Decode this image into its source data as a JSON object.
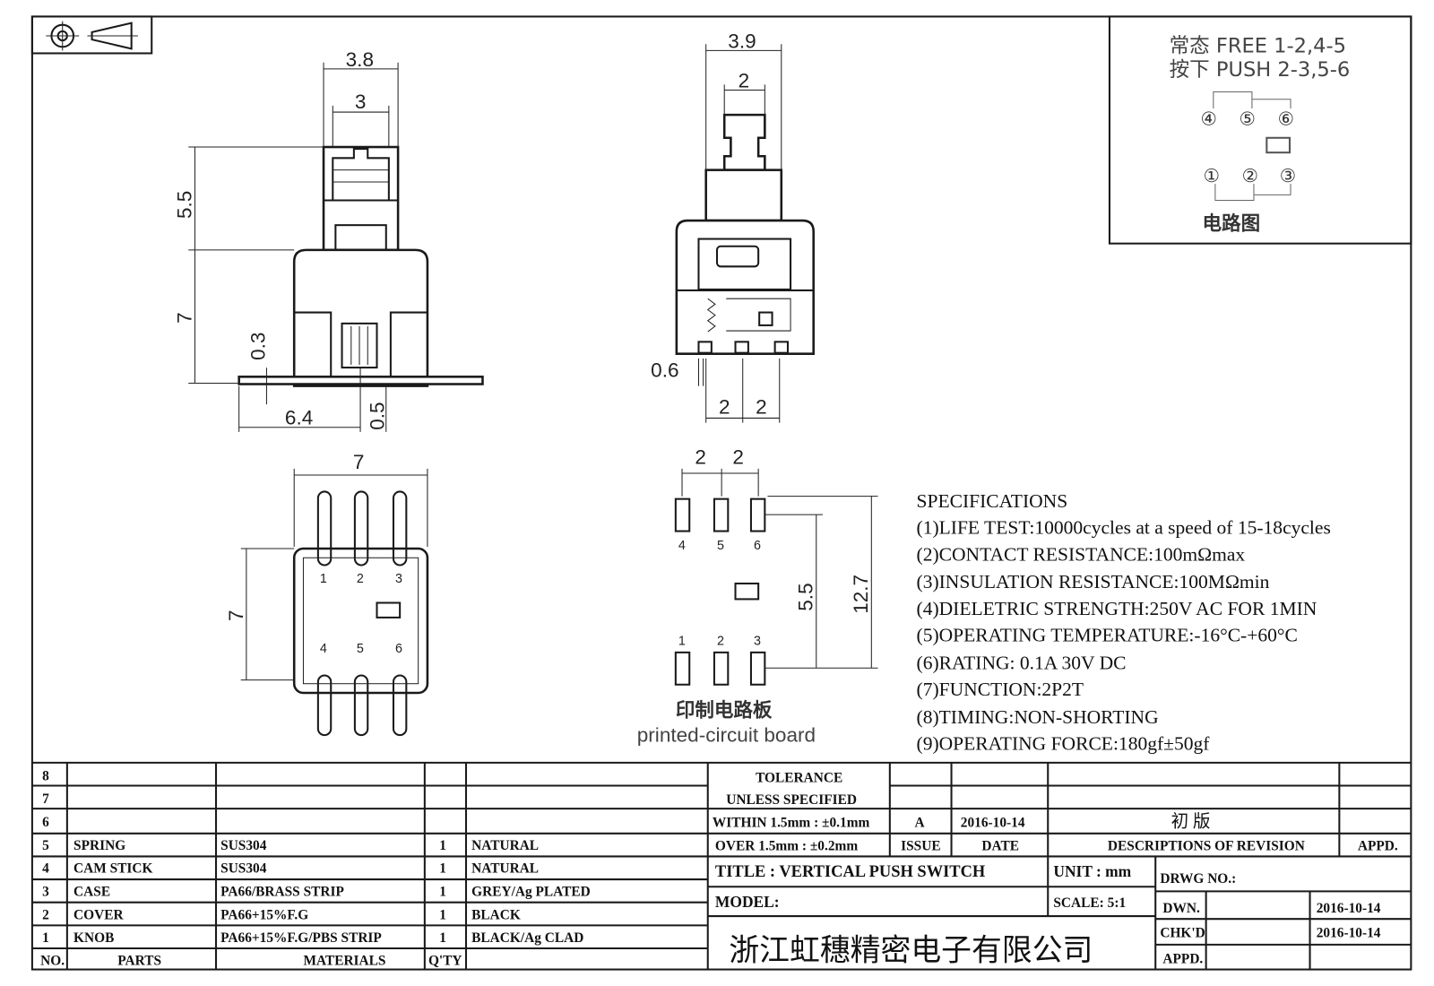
{
  "front_view": {
    "dims": {
      "width_outer": "3.8",
      "width_inner": "3",
      "knob_height": "5.5",
      "body_height": "7",
      "flange_thickness": "0.3",
      "flange_offset": "6.4",
      "flange_gap": "0.5"
    }
  },
  "side_view": {
    "dims": {
      "width_outer": "3.9",
      "width_knob": "2",
      "pin_width": "0.6",
      "pitch_a": "2",
      "pitch_b": "2"
    }
  },
  "bottom_view": {
    "dims": {
      "width": "7",
      "depth": "7"
    },
    "pin_labels": [
      "1",
      "2",
      "3",
      "4",
      "5",
      "6"
    ]
  },
  "pcb_layout": {
    "dims": {
      "pitch_a": "2",
      "pitch_b": "2",
      "row_spacing": "5.5",
      "overall": "12.7"
    },
    "pin_labels_top": [
      "4",
      "5",
      "6"
    ],
    "pin_labels_bottom": [
      "1",
      "2",
      "3"
    ],
    "caption_cn": "印制电路板",
    "caption_en": "printed-circuit board"
  },
  "circuit_diagram": {
    "line1": "常态 FREE 1-2,4-5",
    "line2": "按下 PUSH 2-3,5-6",
    "pins": [
      "④",
      "⑤",
      "⑥",
      "①",
      "②",
      "③"
    ],
    "caption": "电路图"
  },
  "specifications": {
    "heading": "SPECIFICATIONS",
    "items": [
      "(1)LIFE TEST:10000cycles at a speed of 15-18cycles",
      "(2)CONTACT RESISTANCE:100mΩmax",
      "(3)INSULATION RESISTANCE:100MΩmin",
      "(4)DIELETRIC STRENGTH:250V AC FOR 1MIN",
      "(5)OPERATING TEMPERATURE:-16°C-+60°C",
      "(6)RATING: 0.1A 30V DC",
      "(7)FUNCTION:2P2T",
      "(8)TIMING:NON-SHORTING",
      "(9)OPERATING FORCE:180gf±50gf"
    ]
  },
  "parts_table": {
    "headers": {
      "no": "NO.",
      "parts": "PARTS",
      "materials": "MATERIALS",
      "qty": "Q'TY"
    },
    "rows": [
      {
        "no": "8",
        "part": "",
        "material": "",
        "qty": "",
        "finish": ""
      },
      {
        "no": "7",
        "part": "",
        "material": "",
        "qty": "",
        "finish": ""
      },
      {
        "no": "6",
        "part": "",
        "material": "",
        "qty": "",
        "finish": ""
      },
      {
        "no": "5",
        "part": "SPRING",
        "material": "SUS304",
        "qty": "1",
        "finish": "NATURAL"
      },
      {
        "no": "4",
        "part": "CAM STICK",
        "material": "SUS304",
        "qty": "1",
        "finish": "NATURAL"
      },
      {
        "no": "3",
        "part": "CASE",
        "material": "PA66/BRASS STRIP",
        "qty": "1",
        "finish": "GREY/Ag PLATED"
      },
      {
        "no": "2",
        "part": "COVER",
        "material": "PA66+15%F.G",
        "qty": "1",
        "finish": "BLACK"
      },
      {
        "no": "1",
        "part": "KNOB",
        "material": "PA66+15%F.G/PBS STRIP",
        "qty": "1",
        "finish": "BLACK/Ag CLAD"
      }
    ]
  },
  "title_block": {
    "tolerance_l1": "TOLERANCE",
    "tolerance_l2": "UNLESS  SPECIFIED",
    "within": "WITHIN 1.5mm : ±0.1mm",
    "over": "OVER 1.5mm : ±0.2mm",
    "revision": {
      "issue": "A",
      "date": "2016-10-14",
      "description": "初  版"
    },
    "headers": {
      "issue": "ISSUE",
      "date": "DATE",
      "description": "DESCRIPTIONS OF REVISION",
      "appd": "APPD."
    },
    "title": "TITLE :  VERTICAL PUSH SWITCH",
    "unit": "UNIT :  mm",
    "model": "MODEL:",
    "scale": "SCALE:  5:1",
    "drwg_no": "DRWG NO.:",
    "dwn_label": "DWN.",
    "dwn_date": "2016-10-14",
    "chkd_label": "CHK'D",
    "chkd_date": "2016-10-14",
    "appd_label": "APPD.",
    "company": "浙江虹穗精密电子有限公司"
  }
}
